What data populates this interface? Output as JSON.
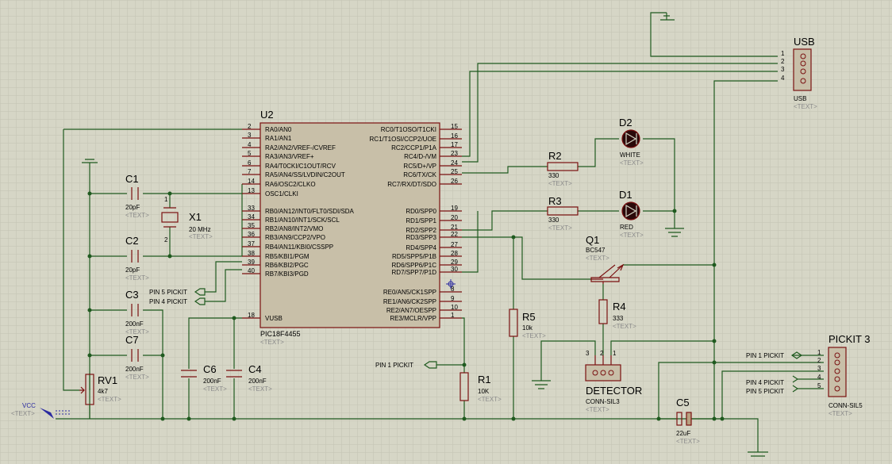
{
  "u2": {
    "ref": "U2",
    "part": "PIC18F4455",
    "text": "<TEXT>",
    "left_pins": [
      {
        "num": "2",
        "name": "RA0/AN0"
      },
      {
        "num": "3",
        "name": "RA1/AN1"
      },
      {
        "num": "4",
        "name": "RA2/AN2/VREF-/CVREF"
      },
      {
        "num": "5",
        "name": "RA3/AN3/VREF+"
      },
      {
        "num": "6",
        "name": "RA4/T0CKI/C1OUT/RCV"
      },
      {
        "num": "7",
        "name": "RA5/AN4/SS/LVDIN/C2OUT"
      },
      {
        "num": "14",
        "name": "RA6/OSC2/CLKO"
      },
      {
        "num": "13",
        "name": "OSC1/CLKI"
      },
      {
        "num": "33",
        "name": "RB0/AN12/INT0/FLT0/SDI/SDA"
      },
      {
        "num": "34",
        "name": "RB1/AN10/INT1/SCK/SCL"
      },
      {
        "num": "35",
        "name": "RB2/AN8/INT2/VMO"
      },
      {
        "num": "36",
        "name": "RB3/AN9/CCP2/VPO"
      },
      {
        "num": "37",
        "name": "RB4/AN11/KBI0/CSSPP"
      },
      {
        "num": "38",
        "name": "RB5/KBI1/PGM"
      },
      {
        "num": "39",
        "name": "RB6/KBI2/PGC"
      },
      {
        "num": "40",
        "name": "RB7/KBI3/PGD"
      },
      {
        "num": "18",
        "name": "VUSB"
      }
    ],
    "right_pins": [
      {
        "num": "15",
        "name": "RC0/T1OSO/T1CKI"
      },
      {
        "num": "16",
        "name": "RC1/T1OSI/CCP2/UOE"
      },
      {
        "num": "17",
        "name": "RC2/CCP1/P1A"
      },
      {
        "num": "23",
        "name": "RC4/D-/VM"
      },
      {
        "num": "24",
        "name": "RC5/D+/VP"
      },
      {
        "num": "25",
        "name": "RC6/TX/CK"
      },
      {
        "num": "26",
        "name": "RC7/RX/DT/SDO"
      },
      {
        "num": "19",
        "name": "RD0/SPP0"
      },
      {
        "num": "20",
        "name": "RD1/SPP1"
      },
      {
        "num": "21",
        "name": "RD2/SPP2"
      },
      {
        "num": "22",
        "name": "RD3/SPP3"
      },
      {
        "num": "27",
        "name": "RD4/SPP4"
      },
      {
        "num": "28",
        "name": "RD5/SPP5/P1B"
      },
      {
        "num": "29",
        "name": "RD6/SPP6/P1C"
      },
      {
        "num": "30",
        "name": "RD7/SPP7/P1D"
      },
      {
        "num": "8",
        "name": "RE0/AN5/CK1SPP"
      },
      {
        "num": "9",
        "name": "RE1/AN6/CK2SPP"
      },
      {
        "num": "10",
        "name": "RE2/AN7/OESPP"
      },
      {
        "num": "1",
        "name": "RE3/MCLR/VPP"
      }
    ]
  },
  "components": {
    "c1": {
      "ref": "C1",
      "value": "20pF",
      "text": "<TEXT>"
    },
    "c2": {
      "ref": "C2",
      "value": "20pF",
      "text": "<TEXT>"
    },
    "c3": {
      "ref": "C3",
      "value": "200nF",
      "text": "<TEXT>"
    },
    "c7": {
      "ref": "C7",
      "value": "200nF",
      "text": "<TEXT>"
    },
    "c6": {
      "ref": "C6",
      "value": "200nF",
      "text": "<TEXT>"
    },
    "c4": {
      "ref": "C4",
      "value": "200nF",
      "text": "<TEXT>"
    },
    "c5": {
      "ref": "C5",
      "value": "22uF",
      "text": "<TEXT>"
    },
    "x1": {
      "ref": "X1",
      "value": "20 MHz",
      "text": "<TEXT>",
      "pin1": "1",
      "pin2": "2"
    },
    "rv1": {
      "ref": "RV1",
      "value": "4k7",
      "text": "<TEXT>"
    },
    "r1": {
      "ref": "R1",
      "value": "10K",
      "text": "<TEXT>"
    },
    "r2": {
      "ref": "R2",
      "value": "330",
      "text": "<TEXT>"
    },
    "r3": {
      "ref": "R3",
      "value": "330",
      "text": "<TEXT>"
    },
    "r4": {
      "ref": "R4",
      "value": "333",
      "text": "<TEXT>"
    },
    "r5": {
      "ref": "R5",
      "value": "10k",
      "text": "<TEXT>"
    },
    "d1": {
      "ref": "D1",
      "value": "RED",
      "text": "<TEXT>"
    },
    "d2": {
      "ref": "D2",
      "value": "WHITE",
      "text": "<TEXT>"
    },
    "q1": {
      "ref": "Q1",
      "value": "BC547",
      "text": "<TEXT>"
    }
  },
  "connectors": {
    "usb": {
      "ref": "USB",
      "value": "USB",
      "text": "<TEXT>",
      "pins": [
        "1",
        "2",
        "3",
        "4"
      ]
    },
    "pickit": {
      "ref": "PICKIT 3",
      "value": "CONN-SIL5",
      "text": "<TEXT>",
      "pins": [
        "1",
        "2",
        "3",
        "4",
        "5"
      ]
    },
    "detector": {
      "ref": "DETECTOR",
      "value": "CONN-SIL3",
      "text": "<TEXT>",
      "pins": [
        "3",
        "2",
        "1"
      ]
    }
  },
  "net_labels": {
    "pin5_left": "PIN 5 PICKIT",
    "pin4_left": "PIN 4 PICKIT",
    "pin1_mid": "PIN 1 PICKIT",
    "pin1_right": "PIN 1 PICKIT",
    "pin4_right": "PIN 4 PICKIT",
    "pin5_right": "PIN 5 PICKIT",
    "vcc": "VCC",
    "vcc_text": "<TEXT>"
  },
  "colors": {
    "background": "#d6d6c6",
    "grid": "#c3c3b3",
    "wire": "#1f5a1f",
    "component": "#7a1010",
    "body_fill": "#c8bfa8",
    "hidden_text": "#8a8a8a"
  }
}
